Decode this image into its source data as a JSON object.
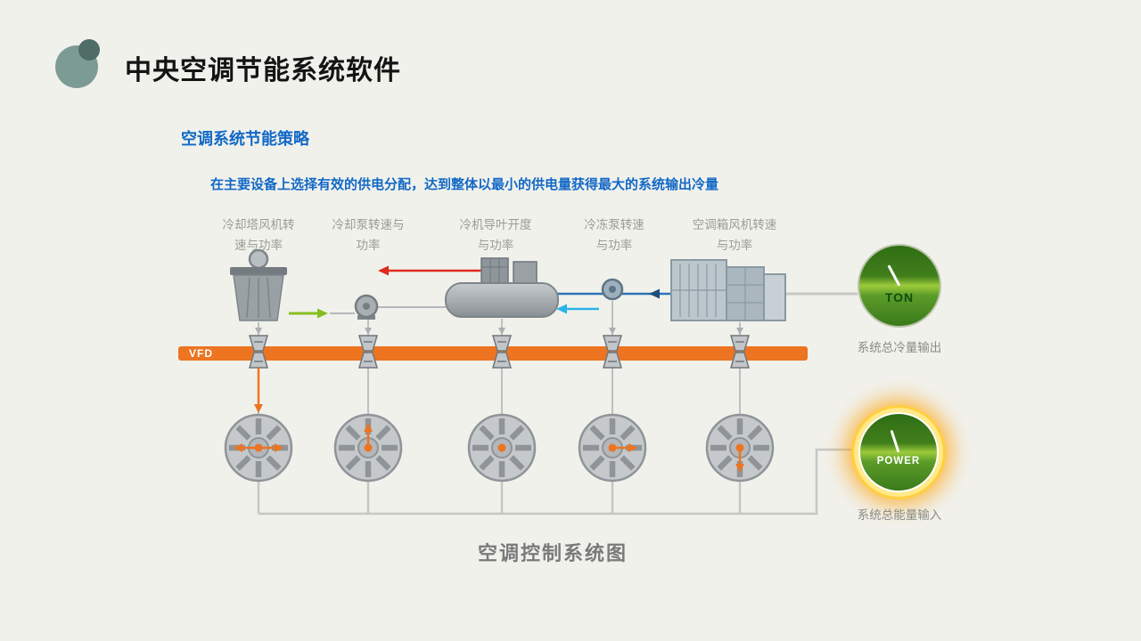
{
  "slide": {
    "title": "中央空调节能系统软件",
    "section_title": "空调系统节能策略",
    "description": "在主要设备上选择有效的供电分配，达到整体以最小的供电量获得最大的系统输出冷量",
    "caption": "空调控制系统图"
  },
  "diagram": {
    "vfd_label": "VFD",
    "equipment": [
      {
        "line1": "冷却塔风机转",
        "line2": "速与功率"
      },
      {
        "line1": "冷却泵转速与",
        "line2": "功率"
      },
      {
        "line1": "冷机导叶开度",
        "line2": "与功率"
      },
      {
        "line1": "冷冻泵转速",
        "line2": "与功率"
      },
      {
        "line1": "空调箱风机转速",
        "line2": "与功率"
      }
    ],
    "gauges": [
      {
        "value": "TON",
        "caption": "系统总冷量输出"
      },
      {
        "value": "POWER",
        "caption": "系统总能量输入"
      }
    ]
  },
  "colors": {
    "accent_blue": "#1269c6",
    "vfd_orange": "#ed7420",
    "line_red": "#df2a1d",
    "line_green": "#86bd22",
    "line_cyan": "#2bb3e8",
    "line_dark_blue": "#2e74b6",
    "gauge_green_dark": "#3a7a1b",
    "gauge_green_bright": "#9ccb3b",
    "glow_orange": "#ffb400"
  }
}
